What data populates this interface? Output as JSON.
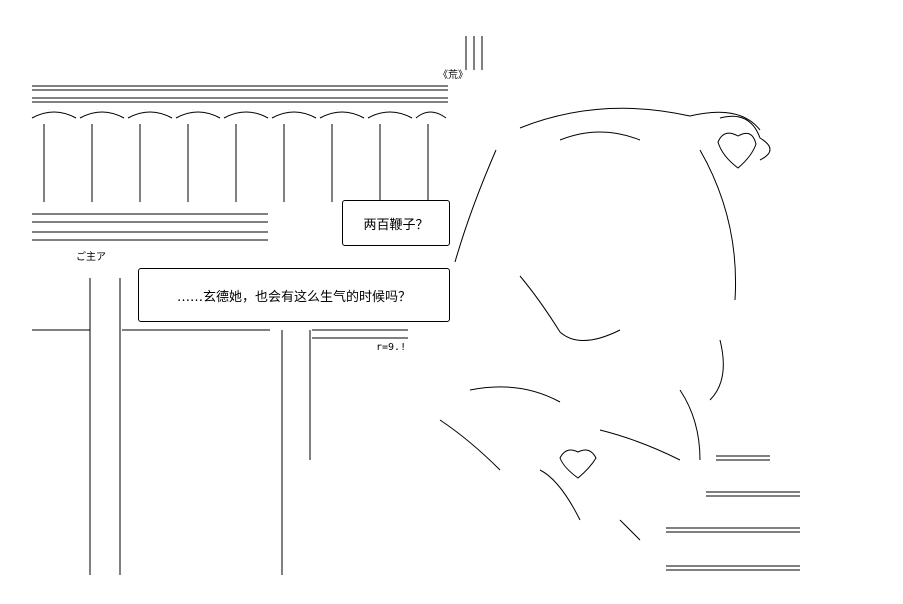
{
  "dialogue": {
    "line1": "两百鞭子？",
    "line2": "……玄德她，也会有这么生气的时候吗？"
  },
  "sign": {
    "hall_mark": "《荒》",
    "roof_label": "ご主ア",
    "tally": "r=9.!"
  }
}
